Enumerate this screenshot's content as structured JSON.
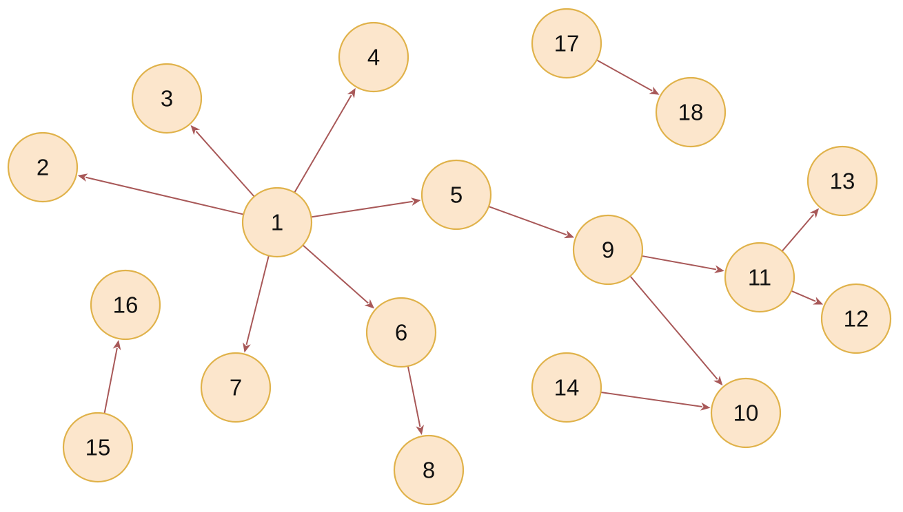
{
  "colors": {
    "node_fill": "#fce6cc",
    "node_stroke": "#e0b24a",
    "edge": "#a85858",
    "label": "#111111"
  },
  "nodes": [
    {
      "id": "1",
      "label": "1"
    },
    {
      "id": "2",
      "label": "2"
    },
    {
      "id": "3",
      "label": "3"
    },
    {
      "id": "4",
      "label": "4"
    },
    {
      "id": "5",
      "label": "5"
    },
    {
      "id": "6",
      "label": "6"
    },
    {
      "id": "7",
      "label": "7"
    },
    {
      "id": "8",
      "label": "8"
    },
    {
      "id": "9",
      "label": "9"
    },
    {
      "id": "10",
      "label": "10"
    },
    {
      "id": "11",
      "label": "11"
    },
    {
      "id": "12",
      "label": "12"
    },
    {
      "id": "13",
      "label": "13"
    },
    {
      "id": "14",
      "label": "14"
    },
    {
      "id": "15",
      "label": "15"
    },
    {
      "id": "16",
      "label": "16"
    },
    {
      "id": "17",
      "label": "17"
    },
    {
      "id": "18",
      "label": "18"
    }
  ],
  "edges": [
    {
      "from": "1",
      "to": "2"
    },
    {
      "from": "1",
      "to": "3"
    },
    {
      "from": "1",
      "to": "4"
    },
    {
      "from": "1",
      "to": "5"
    },
    {
      "from": "1",
      "to": "6"
    },
    {
      "from": "1",
      "to": "7"
    },
    {
      "from": "5",
      "to": "9"
    },
    {
      "from": "6",
      "to": "8"
    },
    {
      "from": "9",
      "to": "11"
    },
    {
      "from": "9",
      "to": "10"
    },
    {
      "from": "11",
      "to": "13"
    },
    {
      "from": "11",
      "to": "12"
    },
    {
      "from": "14",
      "to": "10"
    },
    {
      "from": "15",
      "to": "16"
    },
    {
      "from": "17",
      "to": "18"
    }
  ]
}
